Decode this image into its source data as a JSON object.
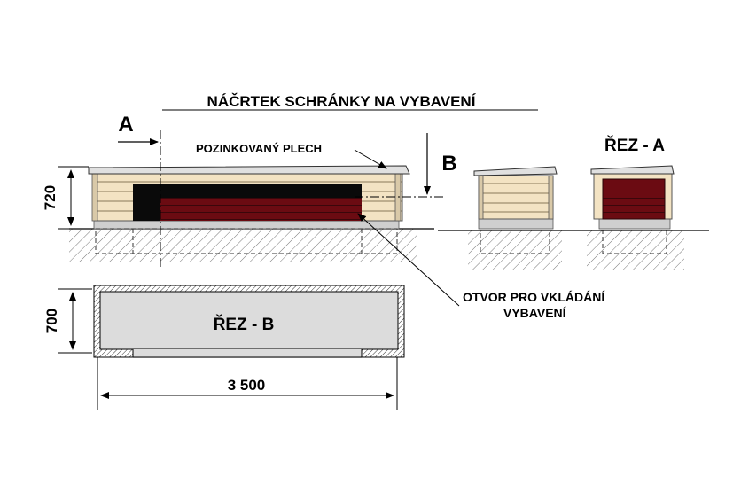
{
  "title": "NÁČRTEK SCHRÁNKY NA VYBAVENÍ",
  "labels": {
    "section_a_marker": "A",
    "section_b_marker": "B",
    "sheet_metal": "POZINKOVANÝ PLECH",
    "opening_line1": "OTVOR PRO VKLÁDÁNÍ",
    "opening_line2": "VYBAVENÍ",
    "section_a_title": "ŘEZ - A",
    "section_b_title": "ŘEZ - B"
  },
  "dimensions": {
    "height": "720",
    "depth": "700",
    "length": "3 500"
  },
  "colors": {
    "wood": "#f3e3c3",
    "wood_line": "#8a7a5a",
    "opening_fill": "#6b0b12",
    "opening_stripe": "#4a0a0e",
    "cavity": "#0a0a0a",
    "section_fill": "#dcdcdc",
    "roof": "#e0e0e0",
    "hatch": "#555555"
  }
}
